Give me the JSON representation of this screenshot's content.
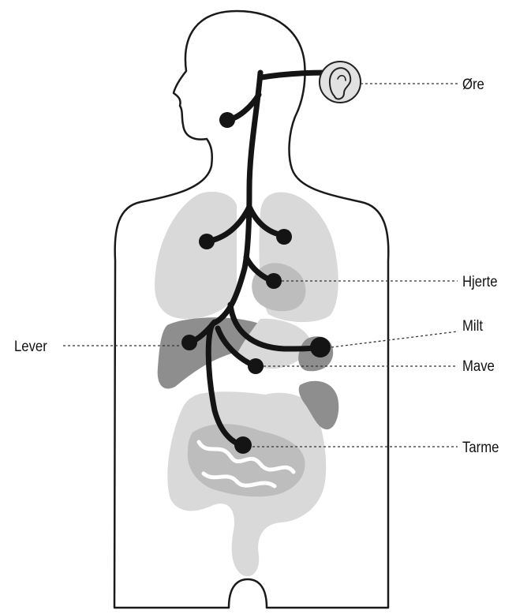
{
  "labels": {
    "ear": "Øre",
    "heart": "Hjerte",
    "spleen": "Milt",
    "liver": "Lever",
    "stomach": "Mave",
    "intestines": "Tarme"
  },
  "icons": {
    "ear": "ear-icon"
  }
}
